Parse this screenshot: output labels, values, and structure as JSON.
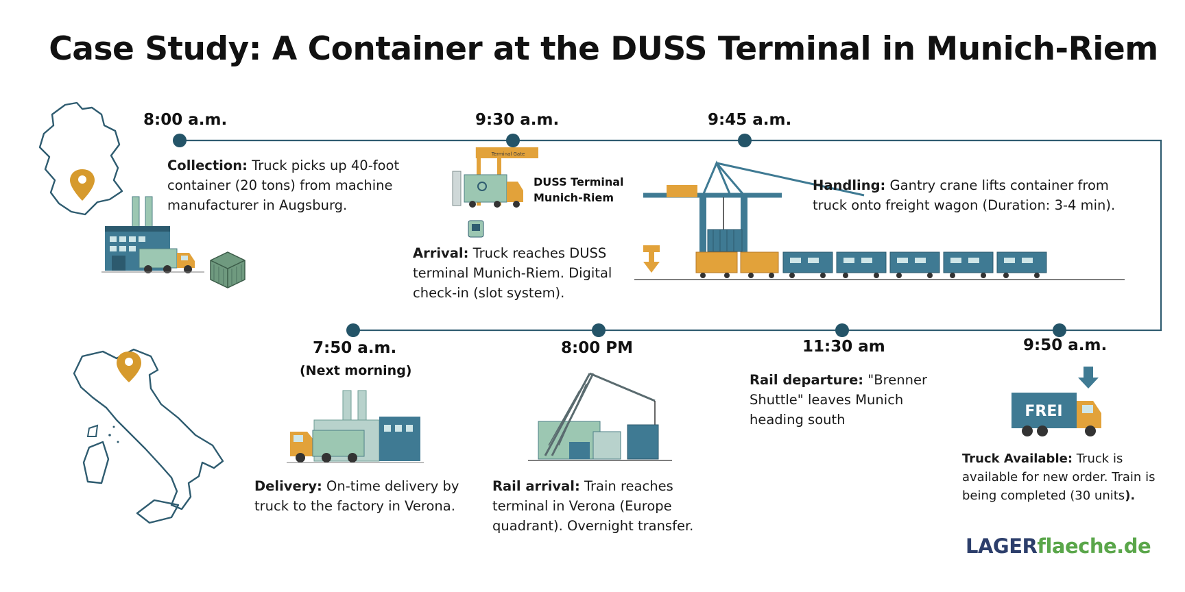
{
  "title": "Case Study: A Container at the DUSS Terminal in Munich-Riem",
  "colors": {
    "line": "#2f5c70",
    "accent": "#d69a2d",
    "teal": "#3f7a93",
    "green": "#9cc7b2"
  },
  "terminal_label": [
    "DUSS Terminal",
    "Munich-Riem"
  ],
  "truck_label": "FREI",
  "sign_label": "Terminal Gate",
  "steps": [
    {
      "time": "8:00 a.m.",
      "heading": "Collection:",
      "text": " Truck picks up 40-foot container (20 tons) from machine manufacturer in Augsburg."
    },
    {
      "time": "9:30 a.m.",
      "heading": "Arrival:",
      "text": " Truck reaches DUSS terminal Munich-Riem. Digital check-in (slot system)."
    },
    {
      "time": "9:45 a.m.",
      "heading": "Handling:",
      "text": " Gantry crane lifts container from truck onto freight wagon (Duration: 3-4 min)."
    },
    {
      "time": "9:50 a.m.",
      "heading": "Truck Available:",
      "text": " Truck is available for new order. Train is being completed (30 units",
      "text_tail": ")."
    },
    {
      "time": "11:30 am",
      "heading": "Rail departure:",
      "text": " \"Brenner Shuttle\" leaves Munich heading south"
    },
    {
      "time": "8:00 PM",
      "heading": "Rail arrival:",
      "text": " Train reaches terminal in Verona (Europe quadrant). Overnight transfer."
    },
    {
      "time": "7:50 a.m.",
      "subtime": "(Next morning)",
      "heading": "Delivery:",
      "text": " On-time delivery by truck to the factory in Verona."
    }
  ],
  "icons": [
    "germany-map-icon",
    "location-pin-icon",
    "factory-icon",
    "truck-icon",
    "container-icon",
    "gantry-crane-icon",
    "freight-train-icon",
    "down-arrow-icon",
    "italy-map-icon",
    "port-crane-icon"
  ],
  "logo": {
    "part1": "LAGER",
    "part2": "flaeche.de"
  }
}
